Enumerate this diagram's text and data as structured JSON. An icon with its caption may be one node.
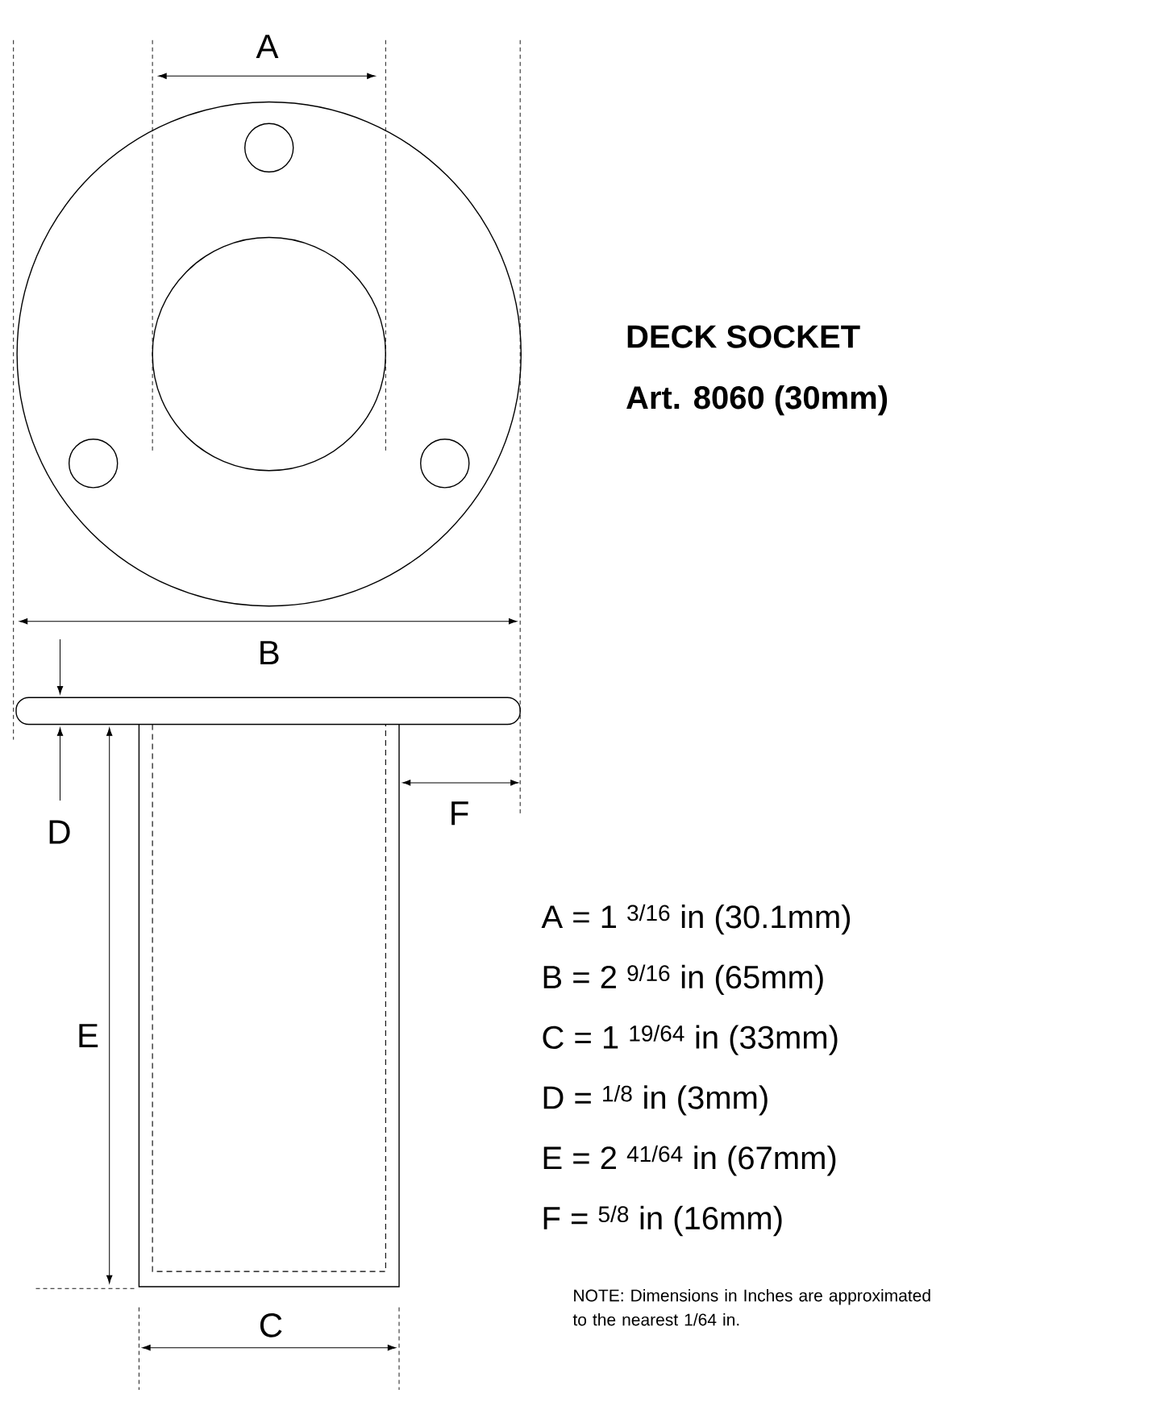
{
  "diagram": {
    "title": "DECK SOCKET",
    "labels": [
      "A",
      "Art. 8060 (30mm)",
      "B",
      "D",
      "F",
      "E",
      "C",
      "A = 1 $^{3/16}$ in (30.1mm)",
      "B = 2 $^{9/16}$ in (65mm)",
      "C = 1 $^{19/64}$ in (33mm)",
      "D =  $^{1/8}$ in (3mm)",
      "E = 2 $^{41/64}$ in (67mm)",
      "F =  $^{5/8}$ in (16mm)",
      "NOTE: Dimensions in Inches are approximated to the nearest 1/64 in."
    ]
  }
}
